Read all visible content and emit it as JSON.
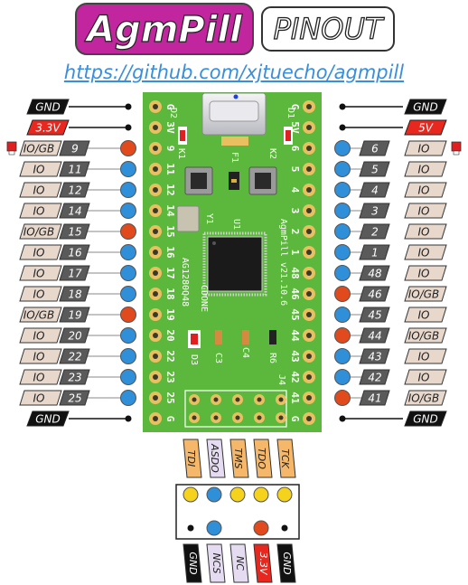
{
  "title": {
    "brand": "AgmPill",
    "tag": "PINOUT"
  },
  "url": "https://github.com/xjtuecho/agmpill",
  "colors": {
    "brand": "#c2269e",
    "gnd": "#111111",
    "v33": "#e8281e",
    "v5": "#e8281e",
    "io": "#e8d8cc",
    "num": "#5a5a5a",
    "blue_pin": "#2f8fd8",
    "red_pin": "#e04a1c",
    "yellow_pin": "#f5d21c",
    "pcb": "#5cb83c",
    "jtag_orange": "#f5b86a",
    "jtag_purple": "#e6dcf2"
  },
  "left_pins": [
    {
      "type": "gnd",
      "label": "GND",
      "num": "",
      "dot": "black"
    },
    {
      "type": "pwr",
      "label": "3.3V",
      "num": "",
      "dot": "black"
    },
    {
      "type": "io",
      "label": "IO/GB",
      "num": "9",
      "dot": "red",
      "led": true
    },
    {
      "type": "io",
      "label": "IO",
      "num": "11",
      "dot": "blue"
    },
    {
      "type": "io",
      "label": "IO",
      "num": "12",
      "dot": "blue"
    },
    {
      "type": "io",
      "label": "IO",
      "num": "14",
      "dot": "blue"
    },
    {
      "type": "io",
      "label": "IO/GB",
      "num": "15",
      "dot": "red"
    },
    {
      "type": "io",
      "label": "IO",
      "num": "16",
      "dot": "blue"
    },
    {
      "type": "io",
      "label": "IO",
      "num": "17",
      "dot": "blue"
    },
    {
      "type": "io",
      "label": "IO",
      "num": "18",
      "dot": "blue"
    },
    {
      "type": "io",
      "label": "IO/GB",
      "num": "19",
      "dot": "red"
    },
    {
      "type": "io",
      "label": "IO",
      "num": "20",
      "dot": "blue"
    },
    {
      "type": "io",
      "label": "IO",
      "num": "22",
      "dot": "blue"
    },
    {
      "type": "io",
      "label": "IO",
      "num": "23",
      "dot": "blue"
    },
    {
      "type": "io",
      "label": "IO",
      "num": "25",
      "dot": "blue"
    },
    {
      "type": "gnd",
      "label": "GND",
      "num": "",
      "dot": "black"
    }
  ],
  "right_pins": [
    {
      "type": "gnd",
      "label": "GND",
      "num": "",
      "dot": "black"
    },
    {
      "type": "pwr",
      "label": "5V",
      "num": "",
      "dot": "black"
    },
    {
      "type": "io",
      "label": "IO",
      "num": "6",
      "dot": "blue",
      "led": true
    },
    {
      "type": "io",
      "label": "IO",
      "num": "5",
      "dot": "blue"
    },
    {
      "type": "io",
      "label": "IO",
      "num": "4",
      "dot": "blue"
    },
    {
      "type": "io",
      "label": "IO",
      "num": "3",
      "dot": "blue"
    },
    {
      "type": "io",
      "label": "IO",
      "num": "2",
      "dot": "blue"
    },
    {
      "type": "io",
      "label": "IO",
      "num": "1",
      "dot": "blue"
    },
    {
      "type": "io",
      "label": "IO",
      "num": "48",
      "dot": "blue"
    },
    {
      "type": "io",
      "label": "IO/GB",
      "num": "46",
      "dot": "red"
    },
    {
      "type": "io",
      "label": "IO",
      "num": "45",
      "dot": "blue"
    },
    {
      "type": "io",
      "label": "IO/GB",
      "num": "44",
      "dot": "red"
    },
    {
      "type": "io",
      "label": "IO",
      "num": "43",
      "dot": "blue"
    },
    {
      "type": "io",
      "label": "IO",
      "num": "42",
      "dot": "blue"
    },
    {
      "type": "io",
      "label": "IO/GB",
      "num": "41",
      "dot": "red"
    },
    {
      "type": "gnd",
      "label": "GND",
      "num": "",
      "dot": "black"
    }
  ],
  "silk_left": [
    "G",
    "3V",
    "9",
    "11",
    "12",
    "14",
    "15",
    "16",
    "17",
    "18",
    "19",
    "20",
    "22",
    "23",
    "25",
    "G"
  ],
  "silk_right": [
    "G",
    "5V",
    "6",
    "5",
    "4",
    "3",
    "2",
    "1",
    "48",
    "46",
    "45",
    "44",
    "43",
    "42",
    "41",
    "G"
  ],
  "board_text": {
    "model": "AgmPill v21.10.6",
    "chip": "AG1280Q48",
    "cdone": "CDONE",
    "d1": "D1",
    "d2": "D2",
    "d3": "D3",
    "k1": "K1",
    "k2": "K2",
    "f1": "F1",
    "y1": "Y1",
    "u1": "U1",
    "c3": "C3",
    "c4": "C4",
    "r6": "R6",
    "j4": "J4"
  },
  "jtag_top": [
    {
      "label": "TDI",
      "color": "orange",
      "dot": "yellow"
    },
    {
      "label": "ASDO",
      "color": "purple",
      "dot": "blue"
    },
    {
      "label": "TMS",
      "color": "orange",
      "dot": "yellow"
    },
    {
      "label": "TDO",
      "color": "orange",
      "dot": "yellow"
    },
    {
      "label": "TCK",
      "color": "orange",
      "dot": "yellow"
    }
  ],
  "jtag_bottom": [
    {
      "label": "GND",
      "color": "gnd",
      "dot": "black"
    },
    {
      "label": "NCS",
      "color": "purple",
      "dot": "blue"
    },
    {
      "label": "NC",
      "color": "purple",
      "dot": "none"
    },
    {
      "label": "3.3V",
      "color": "red",
      "dot": "red"
    },
    {
      "label": "GND",
      "color": "gnd",
      "dot": "black"
    }
  ]
}
